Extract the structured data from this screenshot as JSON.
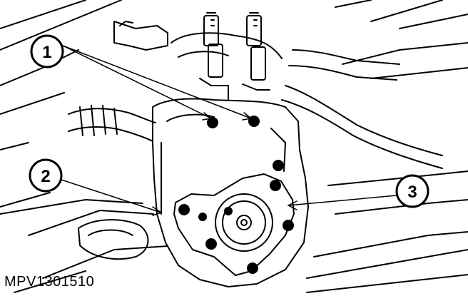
{
  "callouts": [
    {
      "label": "1"
    },
    {
      "label": "2"
    },
    {
      "label": "3"
    }
  ],
  "reference_code": "MPV1301510",
  "colors": {
    "ink": "#000000",
    "background": "#ffffff"
  }
}
